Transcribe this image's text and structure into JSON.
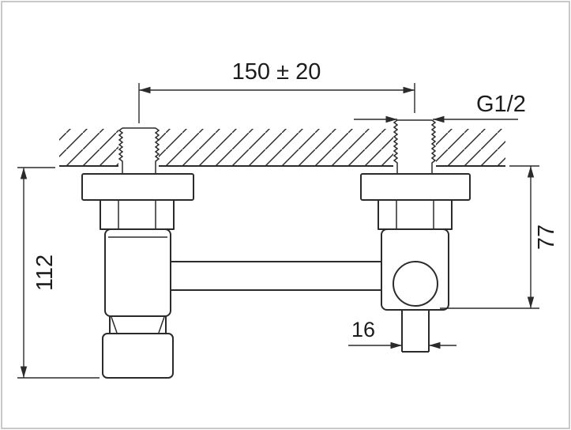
{
  "drawing": {
    "dimensions": {
      "top_span": "150 ± 20",
      "thread_size": "G1/2",
      "left_height": "112",
      "right_depth": "77",
      "outlet_width": "16"
    },
    "colors": {
      "line": "#2b2b2b",
      "background": "#ffffff",
      "border": "#c9c9c9"
    }
  }
}
